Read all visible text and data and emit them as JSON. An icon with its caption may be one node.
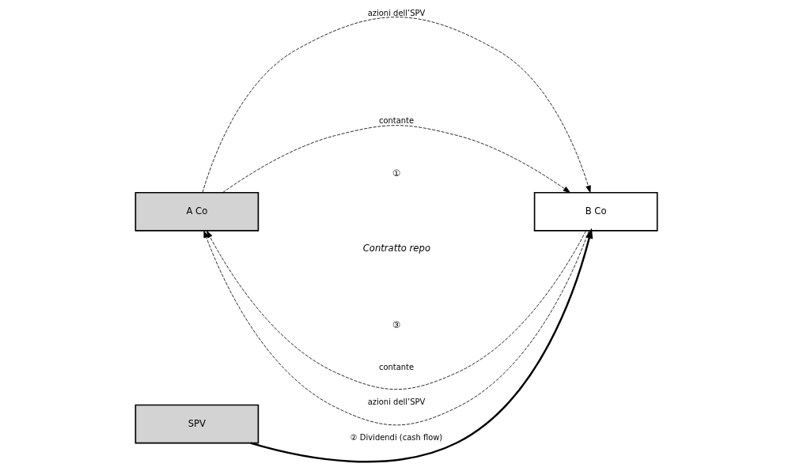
{
  "diagram": {
    "nodes": [
      {
        "text": [
          "A Co"
        ]
      },
      {
        "text": [
          "B Co"
        ]
      },
      {
        "text": [
          "SPV"
        ]
      }
    ],
    "edges": [
      {
        "from": 0,
        "to": 1,
        "arrow": "to",
        "label": "azioni dell’SPV",
        "style": "dashed"
      },
      {
        "from": 1,
        "to": 0,
        "arrow": "to",
        "label": "contante",
        "style": "dashed"
      },
      {
        "from": 0,
        "to": 1,
        "arrow": "to",
        "label": "contante",
        "style": "dashed"
      },
      {
        "from": 1,
        "to": 0,
        "arrow": "to",
        "label": "azioni dell’SPV",
        "style": "dashed"
      },
      {
        "from": 2,
        "to": 1,
        "arrow": "to",
        "label": "② Dividendi (cash flow)",
        "style": "thick"
      }
    ],
    "labels": [
      "①",
      "Contratto repo",
      "③"
    ]
  }
}
